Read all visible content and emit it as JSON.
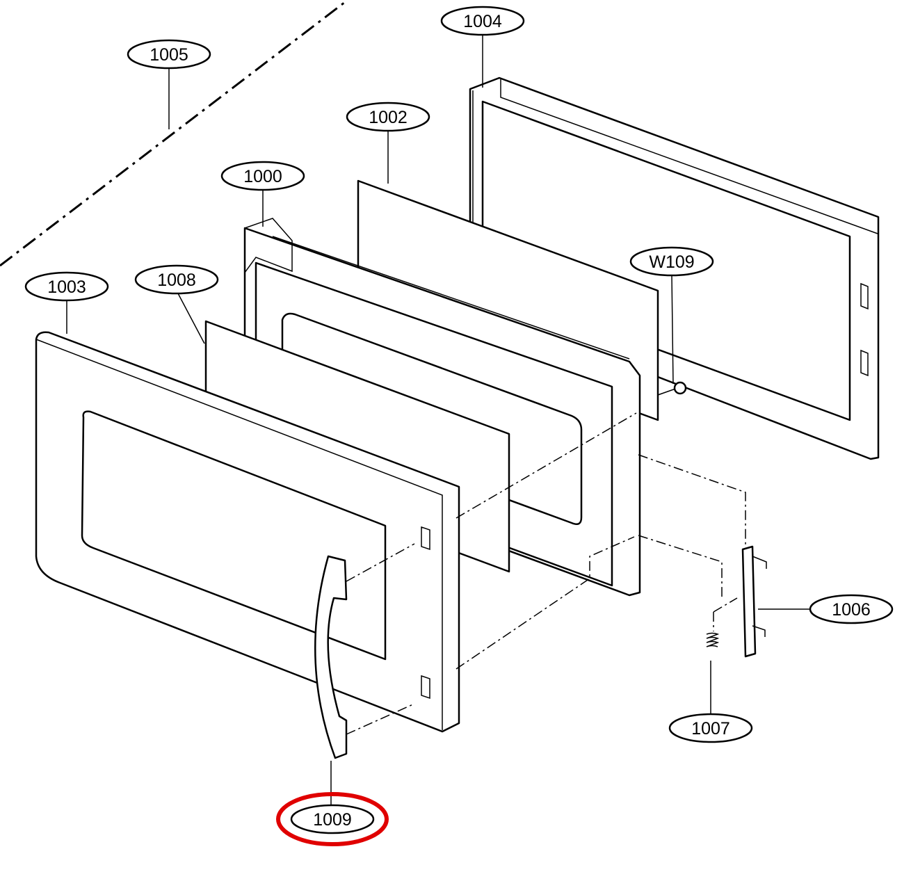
{
  "diagram": {
    "labels": {
      "p1000": "1000",
      "p1002": "1002",
      "p1003": "1003",
      "p1004": "1004",
      "p1005": "1005",
      "p1006": "1006",
      "p1007": "1007",
      "p1008": "1008",
      "p1009": "1009",
      "w109": "W109"
    },
    "highlight_color": "#e00000"
  }
}
